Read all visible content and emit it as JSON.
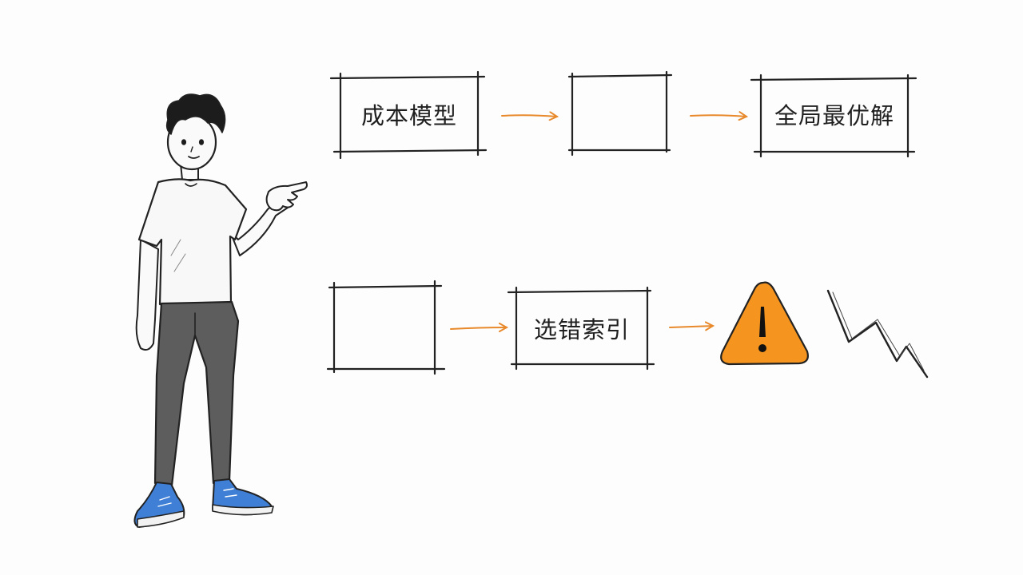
{
  "diagram": {
    "top_row": {
      "step1_label": "成本模型",
      "step2_label": "",
      "step3_label": "全局最优解"
    },
    "bottom_row": {
      "step1_label": "",
      "step2_label": "选错索引",
      "warning_icon": "warning-triangle-icon",
      "trend_icon": "zigzag-down-icon"
    }
  },
  "colors": {
    "stroke": "#222222",
    "arrow": "#e8892b",
    "warning_fill": "#f5951f",
    "shoe": "#3f7fd6",
    "pants": "#5d5d5d"
  }
}
